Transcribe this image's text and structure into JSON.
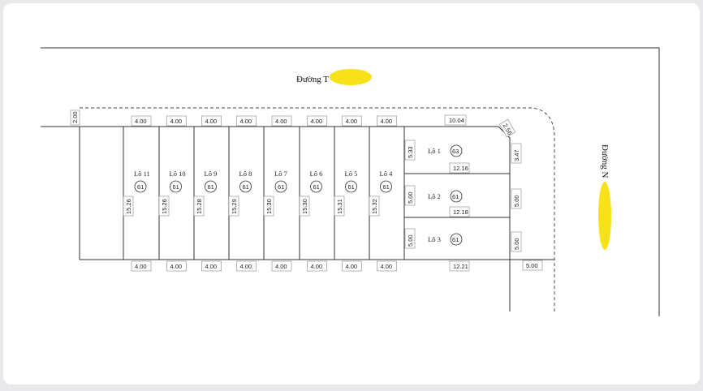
{
  "streets": {
    "top": "Đường T",
    "right": "Đường N",
    "highlight_color": "#f7e21a"
  },
  "setback_top": "2.00",
  "lots_vertical": [
    {
      "name": "Lô 11",
      "area": "61",
      "depth": "15.26",
      "front": "4.00",
      "back": "4.00"
    },
    {
      "name": "Lô 10",
      "area": "61",
      "depth": "15.26",
      "front": "4.00",
      "back": "4.00"
    },
    {
      "name": "Lô 9",
      "area": "61",
      "depth": "15.28",
      "front": "4.00",
      "back": "4.00"
    },
    {
      "name": "Lô 8",
      "area": "61",
      "depth": "15.29",
      "front": "4.00",
      "back": "4.00"
    },
    {
      "name": "Lô 7",
      "area": "61",
      "depth": "15.30",
      "front": "4.00",
      "back": "4.00"
    },
    {
      "name": "Lô 6",
      "area": "61",
      "depth": "15.30",
      "front": "4.00",
      "back": "4.00"
    },
    {
      "name": "Lô 5",
      "area": "61",
      "depth": "15.31",
      "front": "4.00",
      "back": "4.00"
    },
    {
      "name": "Lô 4",
      "area": "61",
      "depth": "15.32",
      "front": "4.00",
      "back": "4.00"
    }
  ],
  "lots_horizontal": [
    {
      "name": "Lô 1",
      "area": "63",
      "left": "5.33",
      "right": "3.47",
      "width": "12.16"
    },
    {
      "name": "Lô 2",
      "area": "61",
      "left": "5.00",
      "right": "5.00",
      "width": "12.18"
    },
    {
      "name": "Lô 3",
      "area": "61",
      "left": "5.00",
      "right": "5.00",
      "width": "12.21"
    }
  ],
  "top_width_corner": "10.04",
  "chamfer": "2.56",
  "right_setback": "5.00"
}
